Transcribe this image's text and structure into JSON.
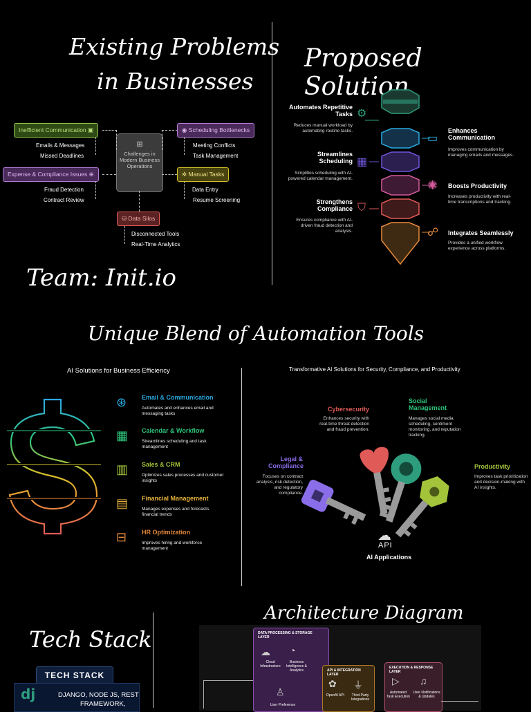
{
  "problems": {
    "title_line1": "Existing Problems",
    "title_line2": "in Businesses",
    "center_label": "Challenges in Modern Business Operations",
    "categories": [
      {
        "label": "Inefficient Communication",
        "items": [
          "Emails & Messages",
          "Missed Deadlines"
        ]
      },
      {
        "label": "Expense & Compliance Issues",
        "items": [
          "Fraud Detection",
          "Contract Review"
        ]
      },
      {
        "label": "Scheduling Bottlenecks",
        "items": [
          "Meeting Conflicts",
          "Task Management"
        ]
      },
      {
        "label": "Manual Tasks",
        "items": [
          "Data Entry",
          "Resume Screening"
        ]
      },
      {
        "label": "Data Silos",
        "items": [
          "Disconnected Tools",
          "Real-Time Analytics"
        ]
      }
    ]
  },
  "team": "Team: Init.io",
  "solution": {
    "title": "Proposed Solution",
    "left": [
      {
        "title": "Automates Repetitive Tasks",
        "desc": "Reduces manual workload by automating routine tasks."
      },
      {
        "title": "Streamlines Scheduling",
        "desc": "Simplifies scheduling with AI-powered calendar management."
      },
      {
        "title": "Strengthens Compliance",
        "desc": "Ensures compliance with AI-driven fraud detection and analysis."
      }
    ],
    "right": [
      {
        "title": "Enhances Communication",
        "desc": "Improves communication by managing emails and messages."
      },
      {
        "title": "Boosts Productivity",
        "desc": "Increases productivity with real-time transcriptions and tracking."
      },
      {
        "title": "Integrates Seamlessly",
        "desc": "Provides a unified workflow experience across platforms."
      }
    ]
  },
  "blend": {
    "title": "Unique Blend of Automation Tools",
    "left_heading": "AI Solutions for Business Efficiency",
    "left_items": [
      {
        "title": "Email & Communication",
        "desc": "Automates and enhances email and messaging tasks"
      },
      {
        "title": "Calendar & Workflow",
        "desc": "Streamlines scheduling and task management"
      },
      {
        "title": "Sales & CRM",
        "desc": "Optimizes sales processes and customer insights"
      },
      {
        "title": "Financial Management",
        "desc": "Manages expenses and forecasts financial trends"
      },
      {
        "title": "HR Optimization",
        "desc": "Improves hiring and workforce management"
      }
    ],
    "right_heading": "Transformative AI Solutions for Security, Compliance, and Productivity",
    "keys": [
      {
        "title": "Cybersecurity",
        "desc": "Enhances security with real-time threat detection and fraud prevention."
      },
      {
        "title": "Social Management",
        "desc": "Manages social media scheduling, sentiment monitoring, and reputation tracking."
      },
      {
        "title": "Legal & Compliance",
        "desc": "Focuses on contract analysis, risk detection, and regulatory compliance."
      },
      {
        "title": "Productivity",
        "desc": "Improves task prioritization and decision-making with AI insights."
      }
    ],
    "api_label": "API",
    "api_caption": "AI Applications"
  },
  "tech": {
    "title": "Tech Stack",
    "badge": "TECH STACK",
    "logo": "dj",
    "row1_line1": "DJANGO, NODE JS, REST",
    "row1_line2": "FRAMEWORK,"
  },
  "arch": {
    "title": "Architecture Diagram",
    "layer1": "DATA PROCESSING & STORAGE LAYER",
    "layer1_items": [
      "Cloud Infrastructure",
      "Business Intelligence & Analytics",
      "User Preference"
    ],
    "layer2": "API & INTEGRATION LAYER",
    "layer2_items": [
      "OpenAI API",
      "Third-Party Integrations"
    ],
    "layer3": "EXECUTION & RESPONSE LAYER",
    "layer3_items": [
      "Automated Task Execution",
      "User Notifications & Updates"
    ]
  },
  "colors": {
    "green": "#8bc34a",
    "purple": "#b57bd6",
    "yellow": "#d6c22a",
    "red": "#e05a57",
    "blue": "#29a9e0",
    "teal": "#2e9d7e",
    "pink": "#d35b9b",
    "orange": "#e88a3a"
  }
}
